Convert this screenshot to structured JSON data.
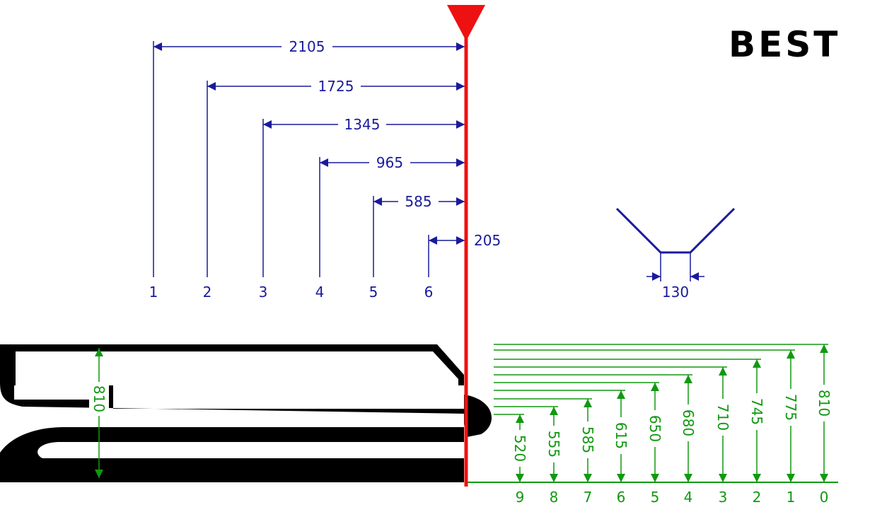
{
  "brand": {
    "text": "BEST"
  },
  "colors": {
    "reference": "#ee1111",
    "horizontal_dims": "#1a1a9c",
    "vertical_dims": "#119911",
    "profile": "#000000"
  },
  "horizontal_dimensions": [
    {
      "label": "1",
      "value": "2105"
    },
    {
      "label": "2",
      "value": "1725"
    },
    {
      "label": "3",
      "value": "1345"
    },
    {
      "label": "4",
      "value": "965"
    },
    {
      "label": "5",
      "value": "585"
    },
    {
      "label": "6",
      "value": "205"
    }
  ],
  "groove_width": {
    "value": "130"
  },
  "overall_height": {
    "value": "810"
  },
  "vertical_dimensions": [
    {
      "label": "0",
      "value": "810"
    },
    {
      "label": "1",
      "value": "775"
    },
    {
      "label": "2",
      "value": "745"
    },
    {
      "label": "3",
      "value": "710"
    },
    {
      "label": "4",
      "value": "680"
    },
    {
      "label": "5",
      "value": "650"
    },
    {
      "label": "6",
      "value": "615"
    },
    {
      "label": "7",
      "value": "585"
    },
    {
      "label": "8",
      "value": "555"
    },
    {
      "label": "9",
      "value": "520"
    }
  ]
}
